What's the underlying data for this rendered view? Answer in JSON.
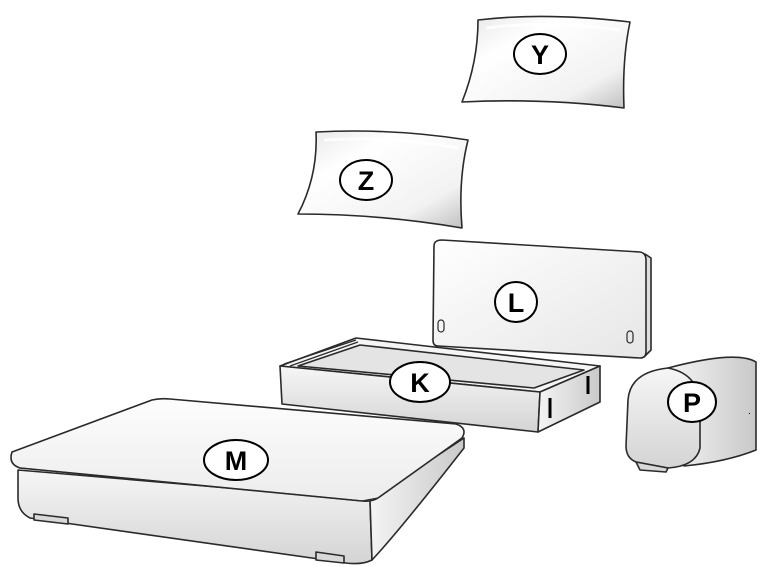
{
  "parts": [
    {
      "id": "Y",
      "shape": "cushion",
      "label": "Y"
    },
    {
      "id": "Z",
      "shape": "cushion",
      "label": "Z"
    },
    {
      "id": "L",
      "shape": "backrest-panel",
      "label": "L"
    },
    {
      "id": "K",
      "shape": "storage-box",
      "label": "K"
    },
    {
      "id": "P",
      "shape": "armrest",
      "label": "P"
    },
    {
      "id": "M",
      "shape": "seat-base",
      "label": "M"
    }
  ],
  "colors": {
    "part_fill_light": "#fbfbfb",
    "part_fill_shadow": "#cfcfcf",
    "outline": "#2a2a2a",
    "label_text": "#000000"
  }
}
